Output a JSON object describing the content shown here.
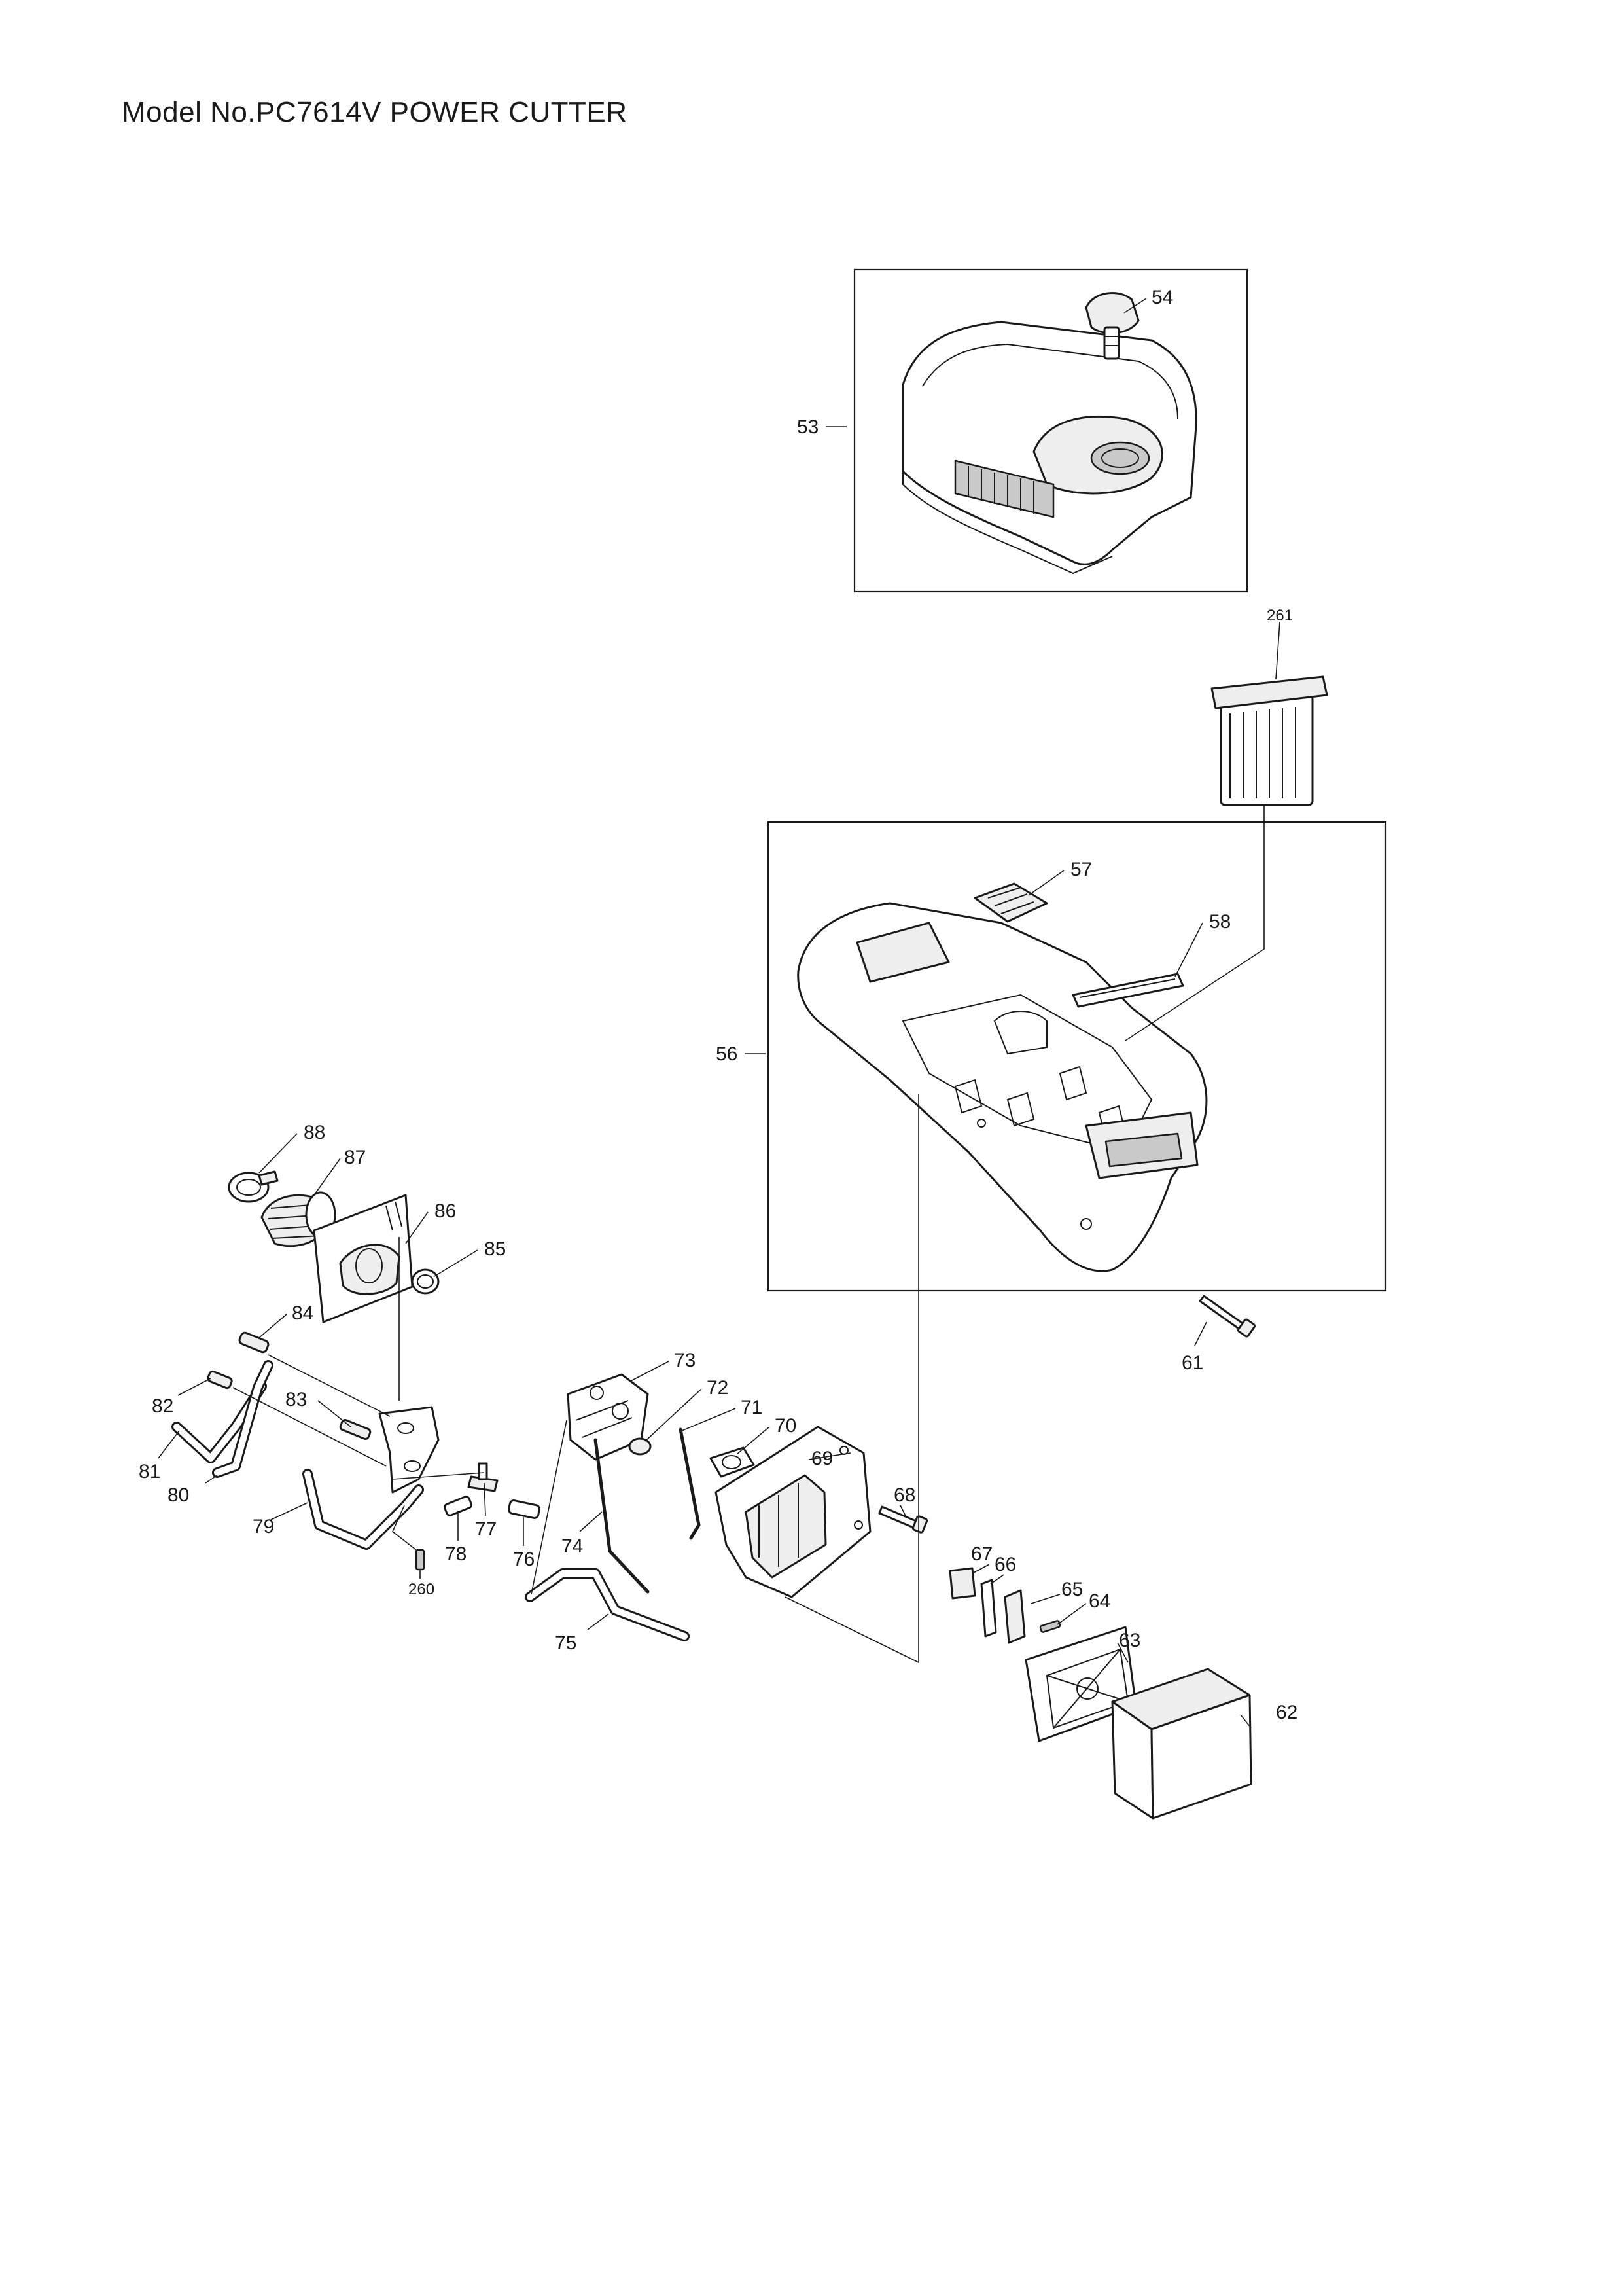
{
  "title": "Model No.PC7614V POWER CUTTER",
  "callouts": [
    {
      "id": "54",
      "label": "54"
    },
    {
      "id": "53",
      "label": "53"
    },
    {
      "id": "261",
      "label": "261"
    },
    {
      "id": "57",
      "label": "57"
    },
    {
      "id": "58",
      "label": "58"
    },
    {
      "id": "56",
      "label": "56"
    },
    {
      "id": "88",
      "label": "88"
    },
    {
      "id": "87",
      "label": "87"
    },
    {
      "id": "86",
      "label": "86"
    },
    {
      "id": "85",
      "label": "85"
    },
    {
      "id": "84",
      "label": "84"
    },
    {
      "id": "61",
      "label": "61"
    },
    {
      "id": "73",
      "label": "73"
    },
    {
      "id": "72",
      "label": "72"
    },
    {
      "id": "71",
      "label": "71"
    },
    {
      "id": "70",
      "label": "70"
    },
    {
      "id": "69",
      "label": "69"
    },
    {
      "id": "68",
      "label": "68"
    },
    {
      "id": "83",
      "label": "83"
    },
    {
      "id": "82",
      "label": "82"
    },
    {
      "id": "81",
      "label": "81"
    },
    {
      "id": "80",
      "label": "80"
    },
    {
      "id": "79",
      "label": "79"
    },
    {
      "id": "77",
      "label": "77"
    },
    {
      "id": "78",
      "label": "78"
    },
    {
      "id": "76",
      "label": "76"
    },
    {
      "id": "74",
      "label": "74"
    },
    {
      "id": "260",
      "label": "260"
    },
    {
      "id": "75",
      "label": "75"
    },
    {
      "id": "67",
      "label": "67"
    },
    {
      "id": "66",
      "label": "66"
    },
    {
      "id": "65",
      "label": "65"
    },
    {
      "id": "64",
      "label": "64"
    },
    {
      "id": "63",
      "label": "63"
    },
    {
      "id": "62",
      "label": "62"
    }
  ]
}
